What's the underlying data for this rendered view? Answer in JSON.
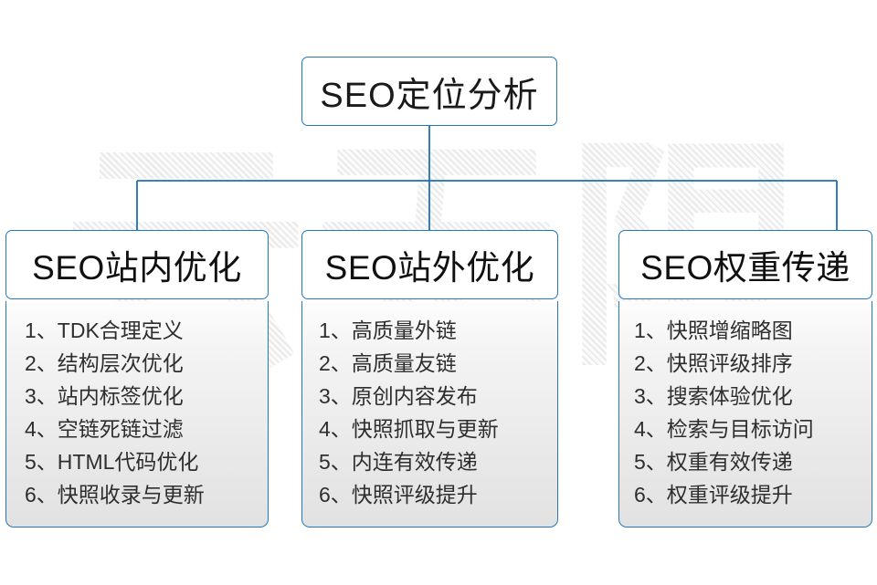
{
  "watermark": {
    "text": "云无限"
  },
  "diagram": {
    "type": "org-chart",
    "root": {
      "label": "SEO定位分析"
    },
    "branches": [
      {
        "label": "SEO站内优化",
        "items": [
          "1、TDK合理定义",
          "2、结构层次优化",
          "3、站内标签优化",
          "4、空链死链过滤",
          "5、HTML代码优化",
          "6、快照收录与更新"
        ]
      },
      {
        "label": "SEO站外优化",
        "items": [
          "1、高质量外链",
          "2、高质量友链",
          "3、原创内容发布",
          "4、快照抓取与更新",
          "5、内连有效传递",
          "6、快照评级提升"
        ]
      },
      {
        "label": "SEO权重传递",
        "items": [
          "1、快照增缩略图",
          "2、快照评级排序",
          "3、搜索体验优化",
          "4、检索与目标访问",
          "5、权重有效传递",
          "6、权重评级提升"
        ]
      }
    ]
  },
  "colors": {
    "border_blue": "#2277bd",
    "connector_blue": "#1f6fb5",
    "panel_top": "#fdfdfd",
    "panel_bottom": "#e2e2e2",
    "text_dark": "#1a1a1a",
    "text_body": "#2e2e2e",
    "background": "#ffffff"
  }
}
